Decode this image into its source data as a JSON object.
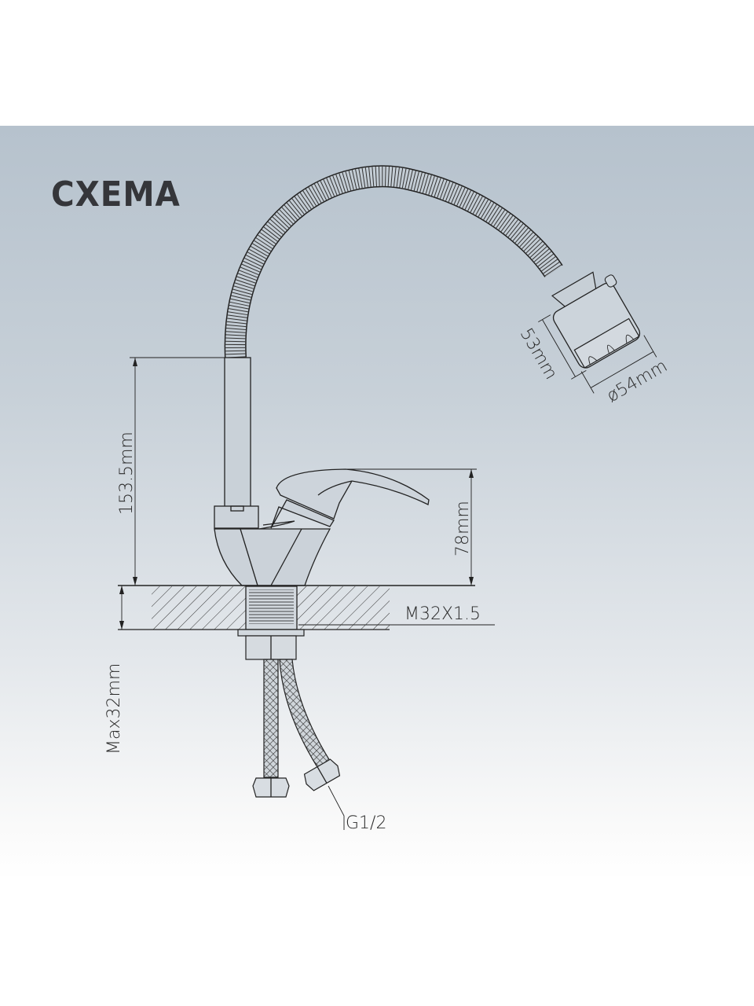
{
  "title": "CXEMA",
  "dimensions": {
    "spout_height": "153.5mm",
    "body_height": "78mm",
    "head_length": "53mm",
    "head_diameter": "ø54mm",
    "thread": "M32X1.5",
    "max_counter": "Max32mm",
    "connection": "G1/2"
  },
  "colors": {
    "panel_top": "#b6c2cd",
    "panel_bottom": "#ffffff",
    "line": "#222222",
    "title": "#35363a"
  }
}
